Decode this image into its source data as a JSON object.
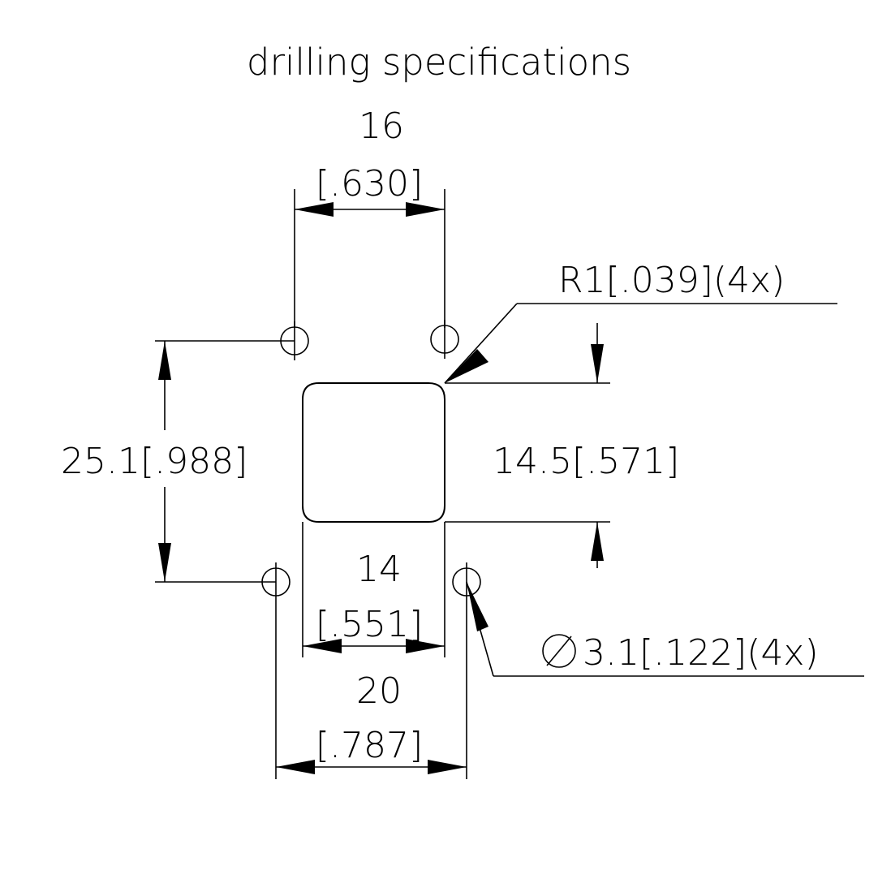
{
  "drawing": {
    "title": "drilling specifications",
    "background_color": "#ffffff",
    "line_color": "#000000"
  },
  "dimensions": {
    "top_hole_spacing": {
      "metric": "16",
      "imperial": "[.630]",
      "label": "16 [.630]"
    },
    "left_vertical": {
      "label": "25.1[.988]",
      "metric": "25.1",
      "imperial": "[.988]"
    },
    "right_vertical": {
      "label": "14.5[.571]",
      "metric": "14.5",
      "imperial": "[.571]"
    },
    "middle_width": {
      "metric": "14",
      "imperial": "[.551]",
      "label": "14 [.551]"
    },
    "bottom_width": {
      "metric": "20",
      "imperial": "[.787]",
      "label": "20 [.787]"
    }
  },
  "callouts": {
    "corner_radius": {
      "label": "R1[.039](4x)",
      "value": "R1",
      "imperial": "[.039]",
      "qty": "(4x)"
    },
    "hole_diameter": {
      "symbol": "⌀",
      "label": "3.1[.122](4x)",
      "value": "3.1",
      "imperial": "[.122]",
      "qty": "(4x)"
    }
  },
  "chart_data": {
    "type": "table",
    "title": "drilling specifications",
    "rows": [
      {
        "name": "top hole spacing",
        "mm": 16,
        "inch": 0.63
      },
      {
        "name": "vertical hole spacing",
        "mm": 25.1,
        "inch": 0.988
      },
      {
        "name": "body height",
        "mm": 14.5,
        "inch": 0.571
      },
      {
        "name": "body width",
        "mm": 14,
        "inch": 0.551
      },
      {
        "name": "bottom hole spacing",
        "mm": 20,
        "inch": 0.787
      },
      {
        "name": "corner radius",
        "mm": 1,
        "inch": 0.039,
        "qty": 4
      },
      {
        "name": "hole diameter",
        "mm": 3.1,
        "inch": 0.122,
        "qty": 4
      }
    ]
  }
}
